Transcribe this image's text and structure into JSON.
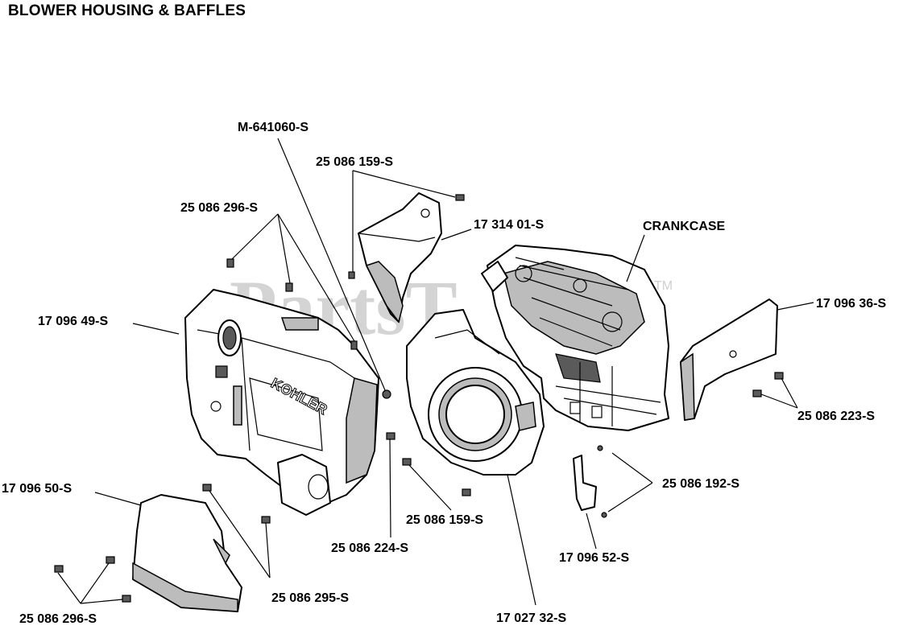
{
  "title": "BLOWER HOUSING & BAFFLES",
  "watermark": {
    "text": "PartsT",
    "trademark": "TM"
  },
  "logo_text": "KOHLER",
  "labels": [
    {
      "id": "m641060s",
      "text": "M-641060-S"
    },
    {
      "id": "p25086159s_top",
      "text": "25 086 159-S"
    },
    {
      "id": "p25086296s_top",
      "text": "25 086 296-S"
    },
    {
      "id": "p1731401s",
      "text": "17 314 01-S"
    },
    {
      "id": "crankcase",
      "text": "CRANKCASE"
    },
    {
      "id": "p1709649s",
      "text": "17 096 49-S"
    },
    {
      "id": "p1709636s",
      "text": "17 096 36-S"
    },
    {
      "id": "p25086223s",
      "text": "25 086 223-S"
    },
    {
      "id": "p25086192s",
      "text": "25 086 192-S"
    },
    {
      "id": "p1709650s",
      "text": "17 096 50-S"
    },
    {
      "id": "p25086159s_mid",
      "text": "25 086 159-S"
    },
    {
      "id": "p25086224s",
      "text": "25 086 224-S"
    },
    {
      "id": "p1709652s",
      "text": "17 096 52-S"
    },
    {
      "id": "p25086295s",
      "text": "25 086 295-S"
    },
    {
      "id": "p25086296s_bot",
      "text": "25 086 296-S"
    },
    {
      "id": "p1702732s",
      "text": "17 027 32-S"
    }
  ]
}
